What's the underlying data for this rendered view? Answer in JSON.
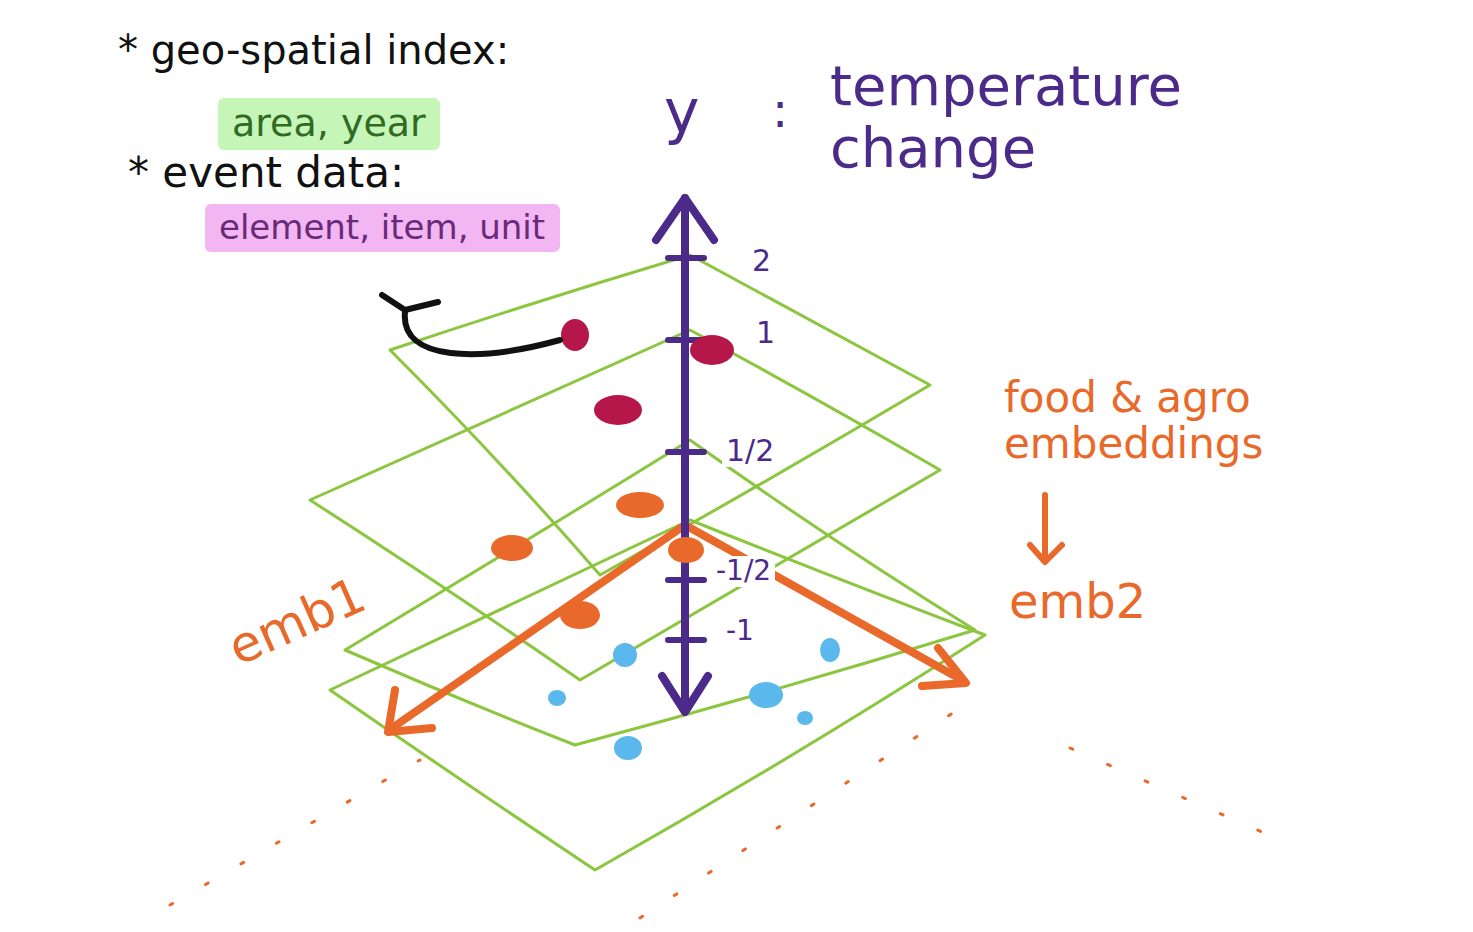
{
  "diagram": {
    "nodes": [
      {
        "text": [
          "area, year"
        ]
      },
      {
        "text": [
          "element, item, unit"
        ]
      }
    ],
    "labels": [
      "* geo-spatial index:",
      "* event data:",
      "y",
      ":",
      "temperature change",
      "2",
      "1",
      "1/2",
      "-1/2",
      "-1",
      "food & agro embeddings",
      "emb2",
      "emb1"
    ]
  }
}
